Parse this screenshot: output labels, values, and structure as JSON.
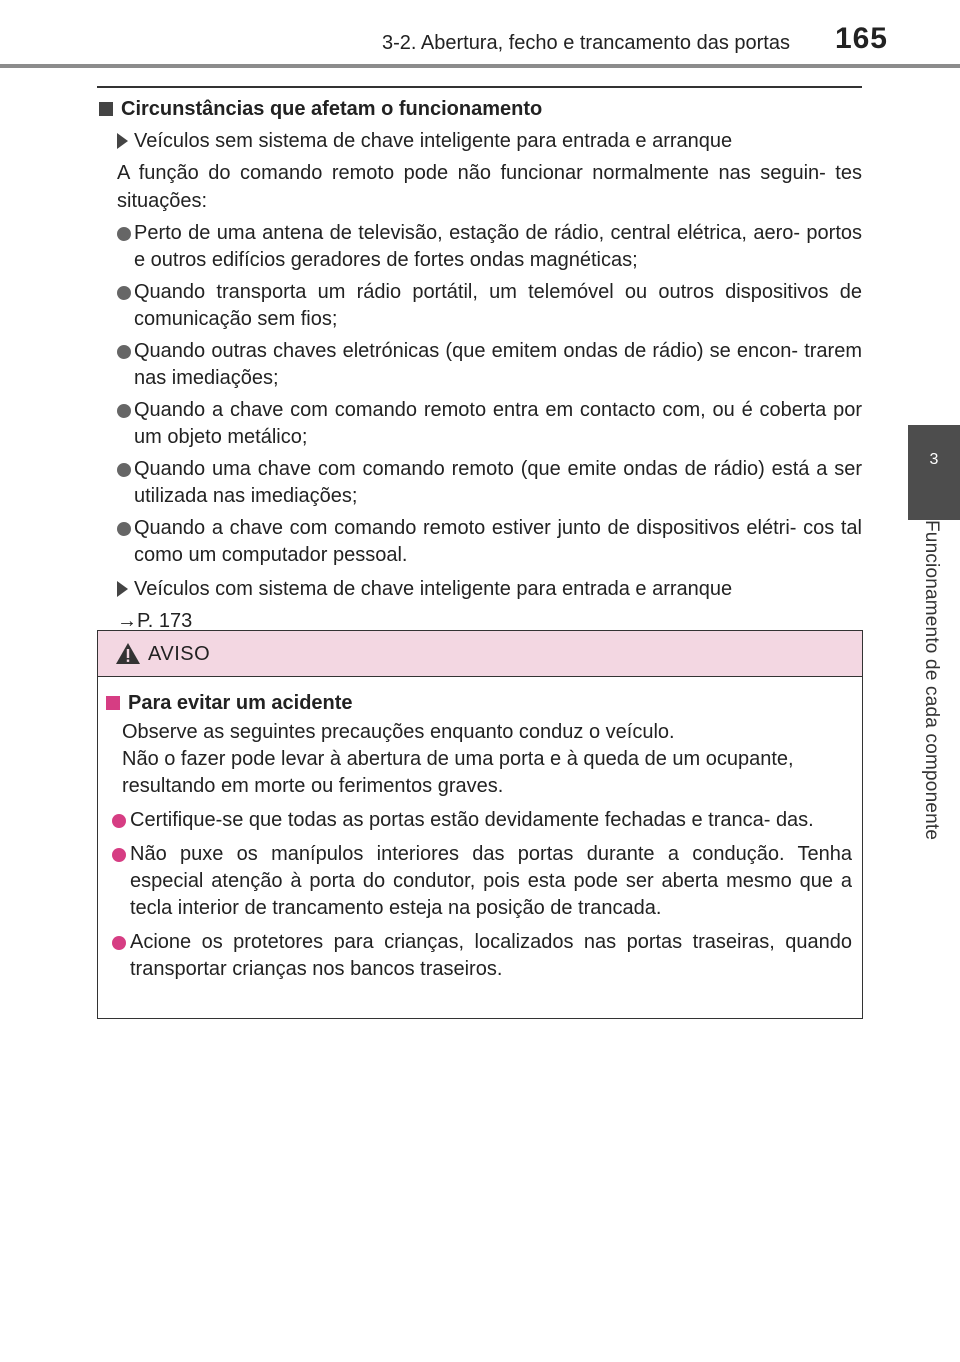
{
  "header": {
    "title": "3-2. Abertura, fecho e trancamento das portas",
    "page_number": "165"
  },
  "side_tab": {
    "number": "3",
    "label": "Funcionamento de cada componente"
  },
  "section": {
    "heading": "Circunstâncias que afetam o funcionamento",
    "subheading1": "Veículos sem sistema de chave inteligente para entrada e arranque",
    "intro": "A função do comando remoto pode não funcionar normalmente nas seguin- tes situações:",
    "bullets": [
      "Perto de uma antena de televisão, estação de rádio, central elétrica, aero- portos e outros edifícios geradores de fortes ondas magnéticas;",
      "Quando transporta um rádio portátil, um telemóvel ou outros dispositivos de comunicação sem fios;",
      "Quando outras chaves eletrónicas (que emitem ondas de rádio) se encon- trarem nas imediações;",
      "Quando a chave com comando remoto entra em contacto com, ou é coberta por um objeto metálico;",
      "Quando uma chave com comando remoto (que emite ondas de rádio) está a ser utilizada nas imediações;",
      "Quando a chave com comando remoto estiver junto de dispositivos elétri- cos tal como um computador pessoal."
    ],
    "subheading2": "Veículos com sistema de chave inteligente para entrada e arranque",
    "reference": "→P. 173"
  },
  "warning": {
    "title": "AVISO",
    "heading": "Para evitar um acidente",
    "line1": "Observe as seguintes precauções enquanto conduz o veículo.",
    "line2": "Não o fazer pode levar à abertura de uma porta e à queda de um ocupante, resultando em morte ou ferimentos graves.",
    "bullets": [
      "Certifique-se que todas as portas estão devidamente fechadas e tranca- das.",
      "Não puxe os manípulos interiores das portas durante a condução. Tenha especial atenção à porta do condutor, pois esta pode ser aberta mesmo que a tecla interior de trancamento esteja na posição de trancada.",
      "Acione os protetores para crianças, localizados nas portas traseiras, quando transportar crianças nos bancos traseiros."
    ]
  },
  "colors": {
    "accent": "#d63d83",
    "warning_header_bg": "#f3d7e2",
    "side_tab_bg": "#4d4d4d"
  }
}
